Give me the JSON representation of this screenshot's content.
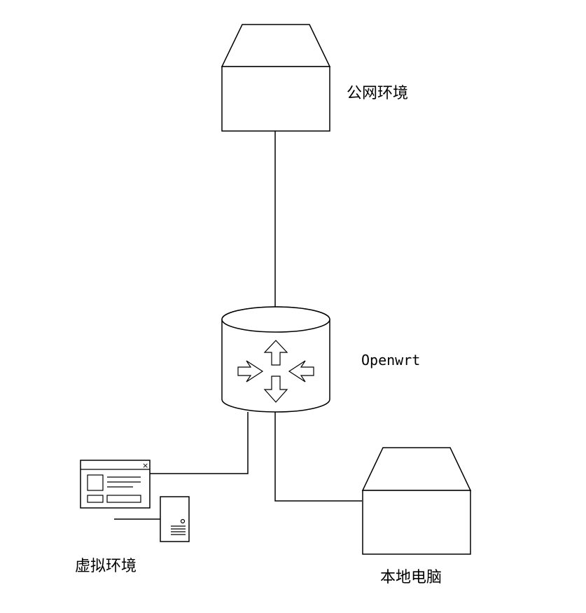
{
  "nodes": {
    "public_network": {
      "label": "公网环境",
      "icon": "server-icon"
    },
    "router": {
      "label": "Openwrt",
      "icon": "router-icon"
    },
    "virtual_env": {
      "label": "虚拟环境",
      "icon": "virtual-machine-icon"
    },
    "local_pc": {
      "label": "本地电脑",
      "icon": "server-icon"
    }
  },
  "edges": [
    {
      "from": "public_network",
      "to": "router"
    },
    {
      "from": "router",
      "to": "virtual_env"
    },
    {
      "from": "router",
      "to": "local_pc"
    }
  ],
  "window_close_glyph": "×"
}
